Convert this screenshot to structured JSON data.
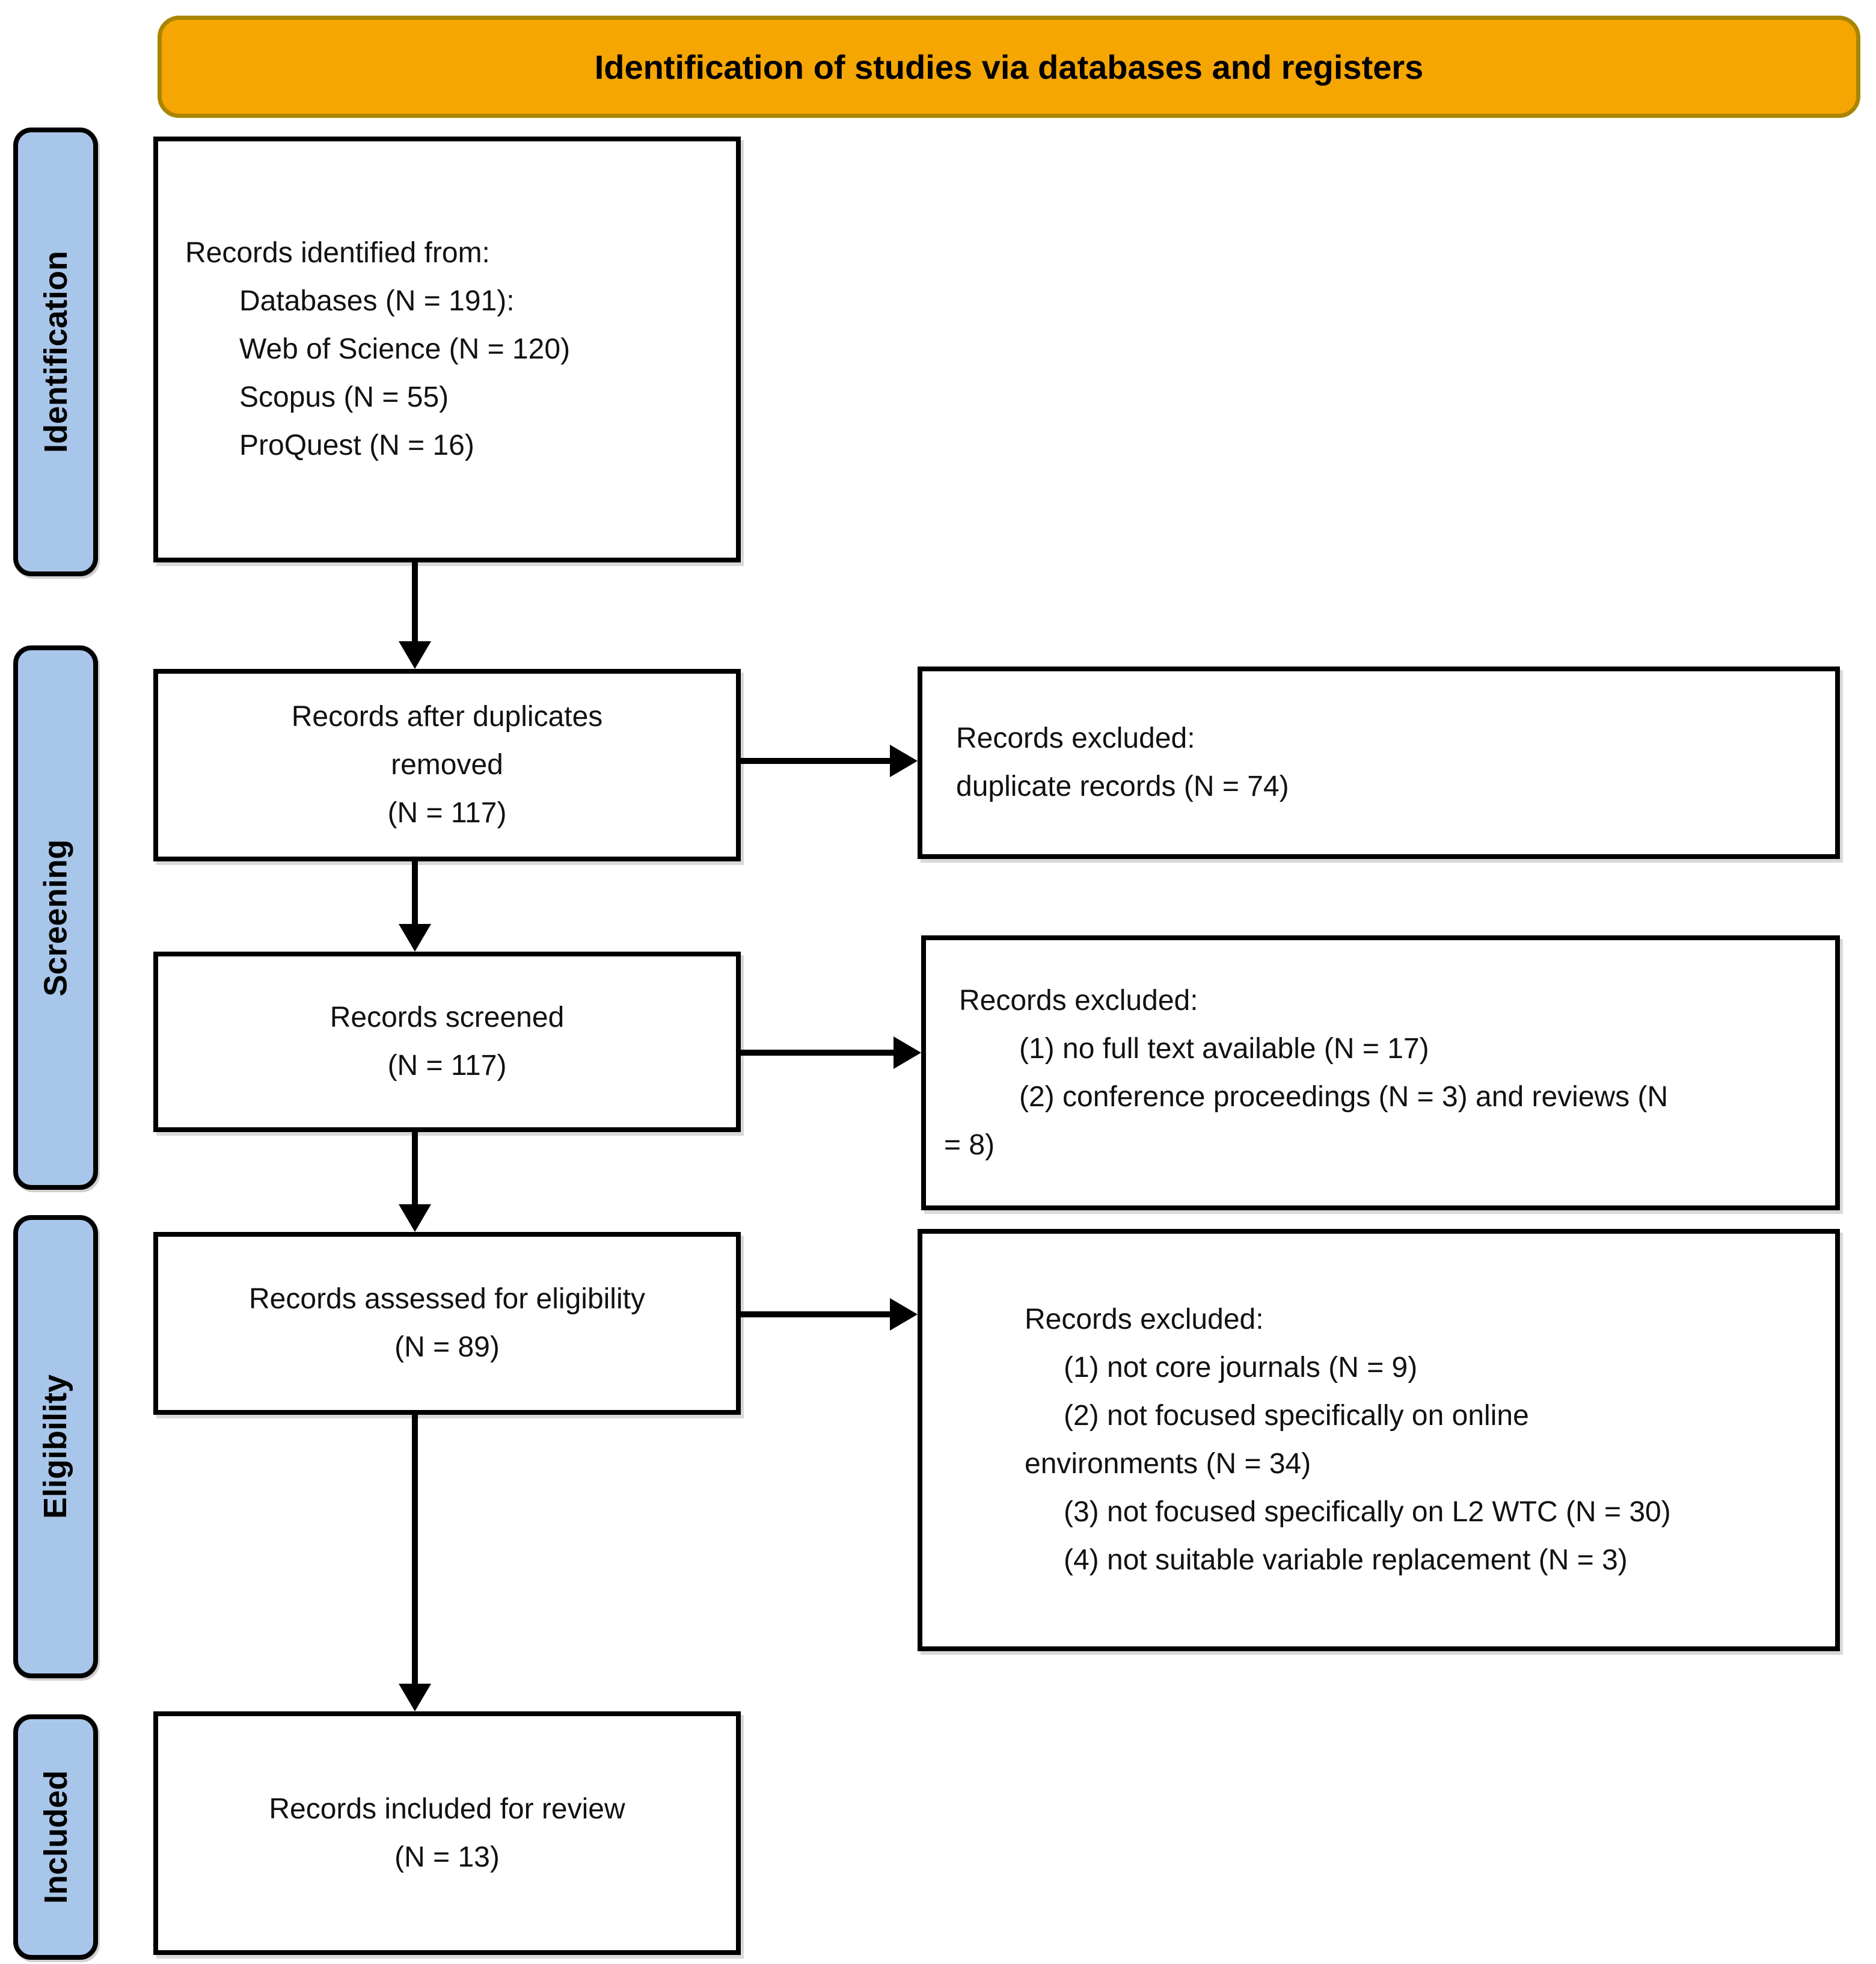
{
  "header": {
    "title": "Identification of studies via databases and registers"
  },
  "sidebar": {
    "stages": [
      "Identification",
      "Screening",
      "Eligibility",
      "Included"
    ]
  },
  "flow": {
    "identified": {
      "lines": [
        "Records identified from:",
        "Databases (N = 191):",
        "Web of Science (N = 120)",
        "Scopus (N = 55)",
        "ProQuest (N = 16)"
      ]
    },
    "duplicates_removed": {
      "lines": [
        "Records after duplicates",
        "removed",
        "(N = 117)"
      ]
    },
    "screened": {
      "lines": [
        "Records screened",
        "(N = 117)"
      ]
    },
    "assessed": {
      "lines": [
        "Records assessed for eligibility",
        "(N = 89)"
      ]
    },
    "included": {
      "lines": [
        "Records included for review",
        "(N = 13)"
      ]
    }
  },
  "excluded": {
    "duplicates": {
      "lines": [
        "Records excluded:",
        "duplicate records (N = 74)"
      ]
    },
    "screening": {
      "lines": [
        "Records excluded:",
        "(1) no full text available (N = 17)",
        "(2) conference proceedings (N = 3) and reviews (N",
        "= 8)"
      ]
    },
    "eligibility": {
      "lines": [
        "Records excluded:",
        "(1) not core journals (N = 9)",
        "(2) not focused specifically on online",
        "environments (N = 34)",
        "(3) not focused specifically on L2 WTC (N = 30)",
        "(4) not suitable variable replacement (N = 3)"
      ]
    }
  },
  "colors": {
    "banner_fill": "#F6A603",
    "banner_border": "#A98500",
    "stage_fill": "#A8C6E9",
    "box_border": "#000000",
    "text": "#111111"
  }
}
